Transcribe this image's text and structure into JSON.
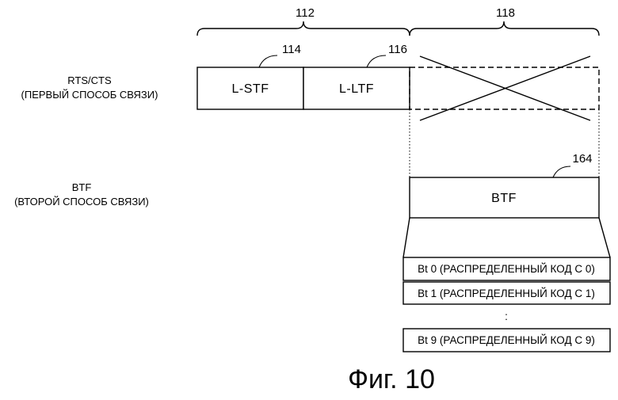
{
  "refs": {
    "r112": "112",
    "r118": "118",
    "r114": "114",
    "r116": "116",
    "r164": "164"
  },
  "rows": {
    "first_line1": "RTS/CTS",
    "first_line2": "(ПЕРВЫЙ СПОСОБ СВЯЗИ)",
    "second_line1": "BTF",
    "second_line2": "(ВТОРОЙ СПОСОБ СВЯЗИ)"
  },
  "fields": {
    "lstf": "L-STF",
    "lltf": "L-LTF",
    "btf": "BTF"
  },
  "codes": [
    "Bt 0 (РАСПРЕДЕЛЕННЫЙ КОД С 0)",
    "Bt 1 (РАСПРЕДЕЛЕННЫЙ КОД С 1)",
    ":",
    "Bt 9 (РАСПРЕДЕЛЕННЫЙ КОД С 9)"
  ],
  "figure_caption": "Фиг. 10"
}
